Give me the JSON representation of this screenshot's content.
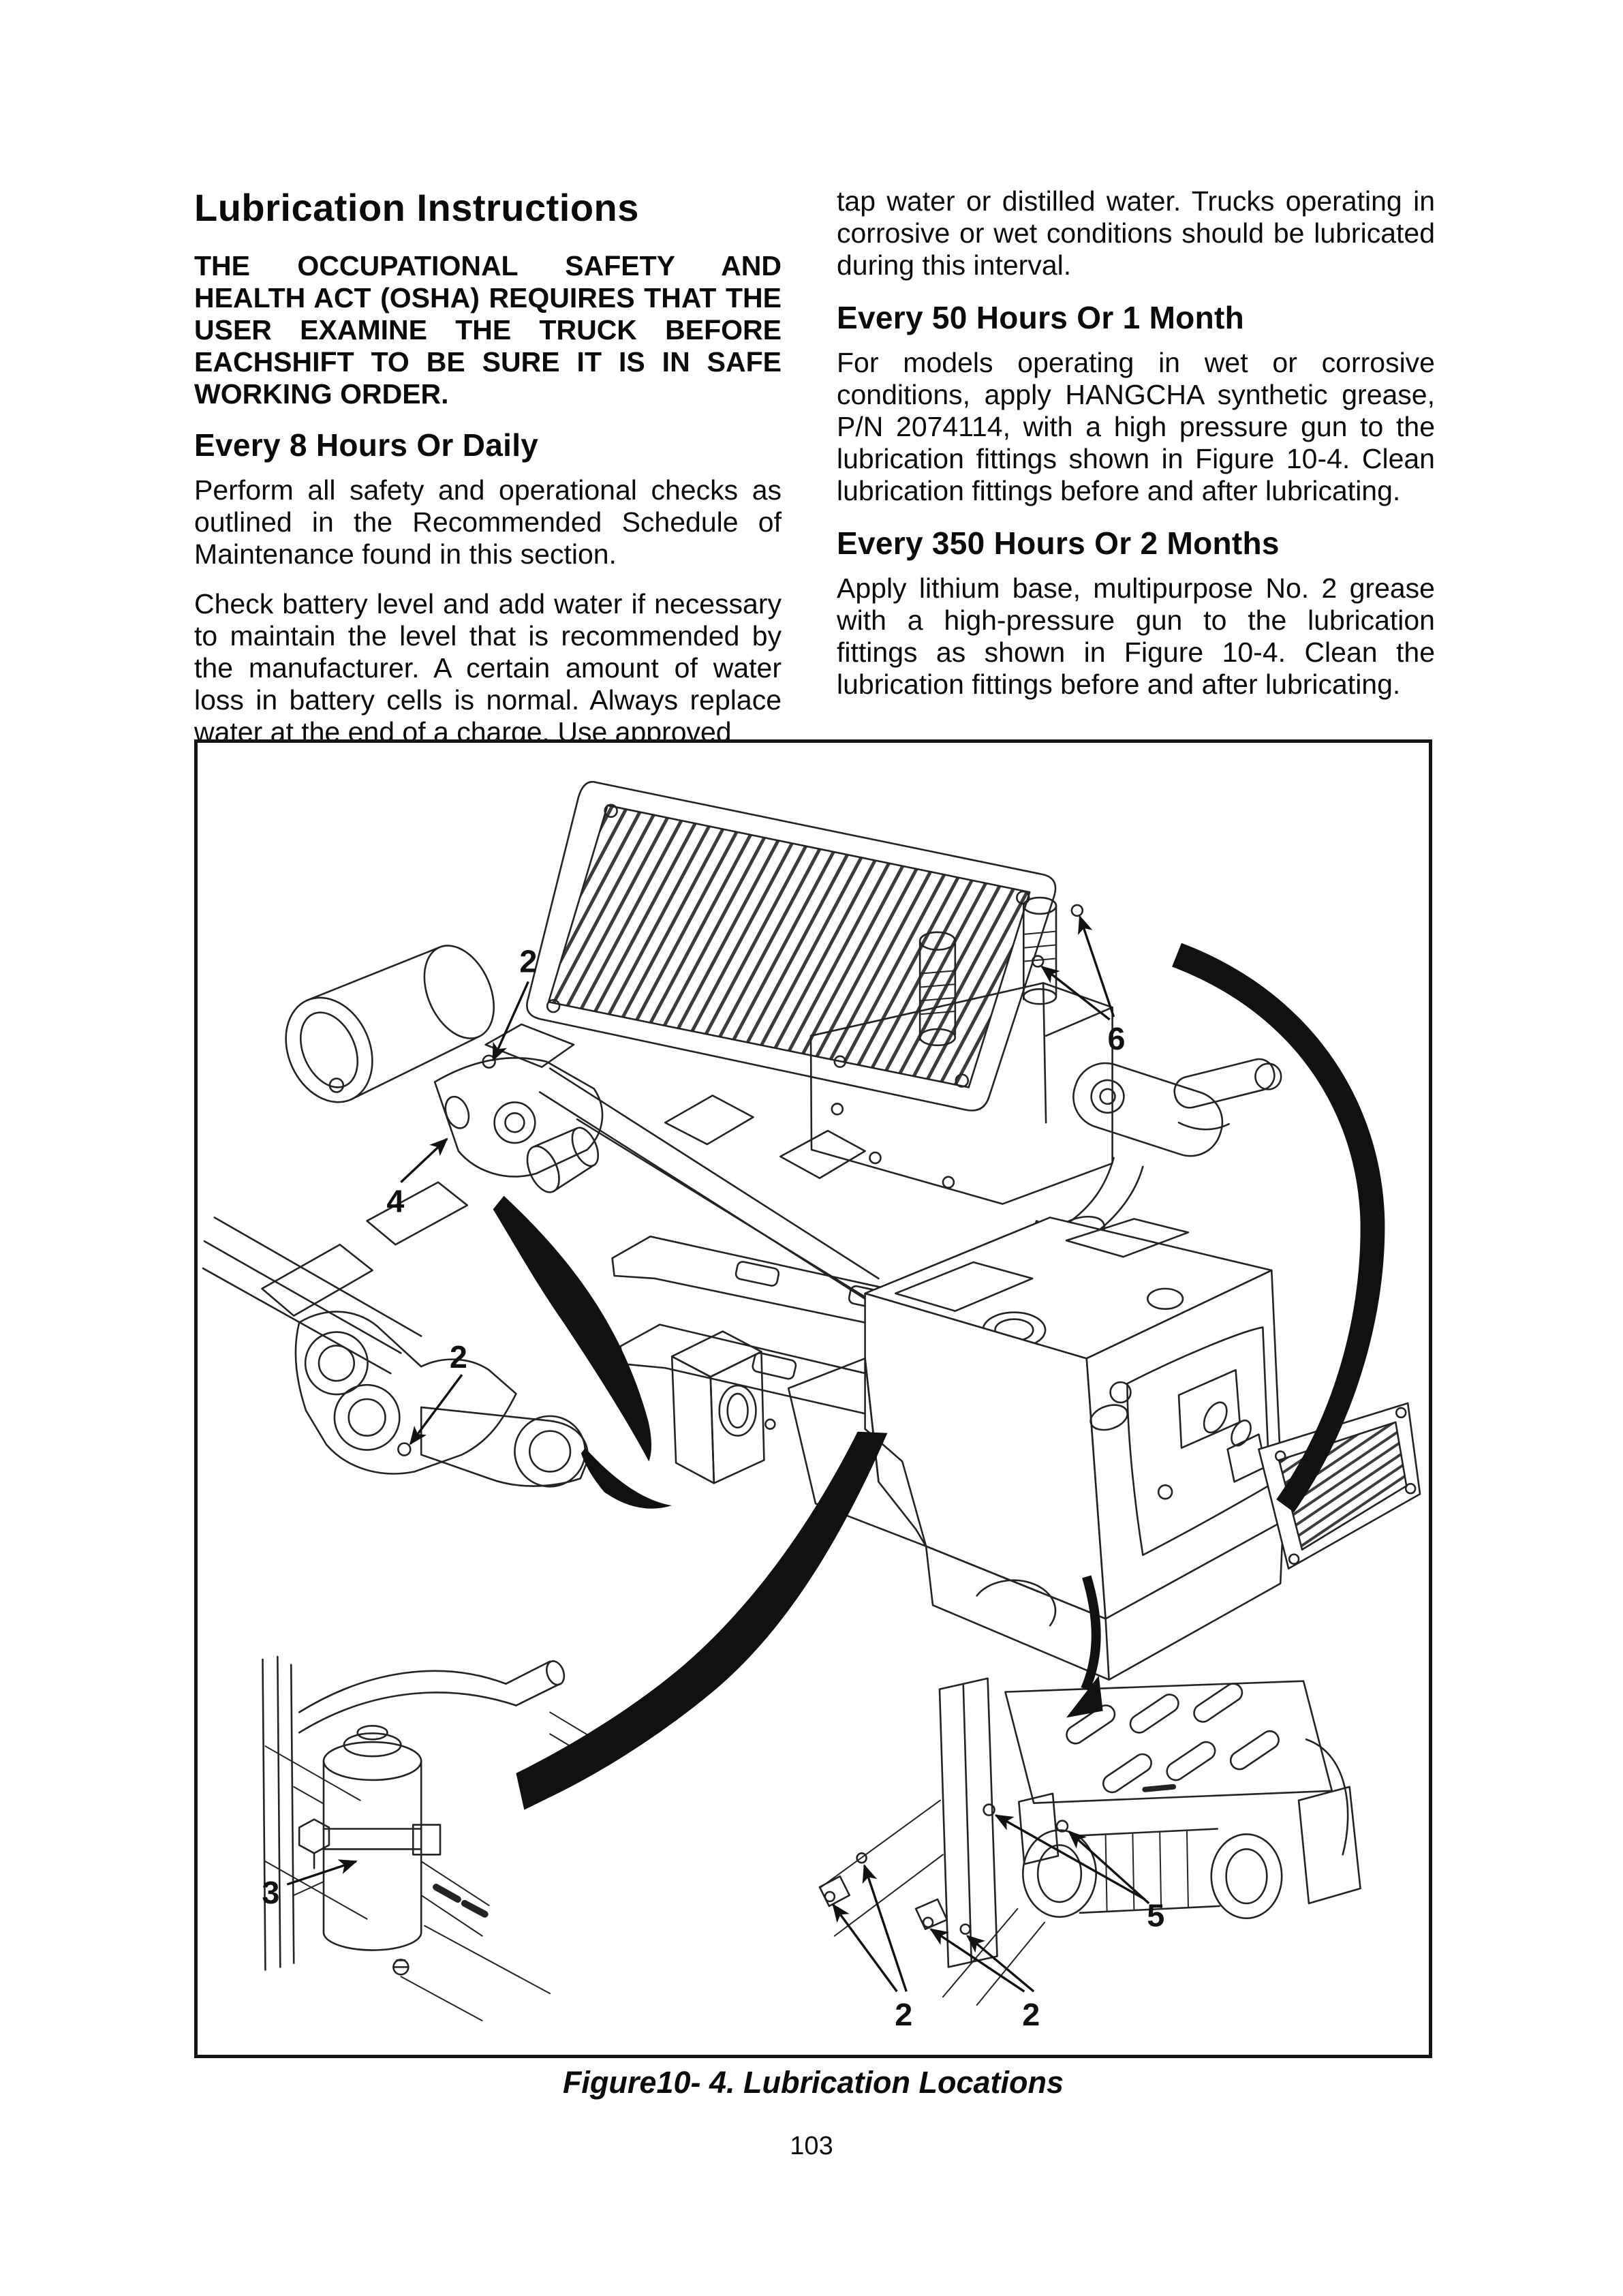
{
  "page": {
    "number": "103"
  },
  "article": {
    "title": "Lubrication Instructions",
    "left_column": {
      "osha_notice": "THE OCCUPATIONAL SAFETY AND HEALTH ACT (OSHA) REQUIRES THAT THE USER EXAMINE THE TRUCK BEFORE EACHSHIFT TO BE SURE IT IS IN SAFE WORKING ORDER.",
      "section_8h": {
        "heading": "Every 8 Hours Or Daily",
        "para1": "Perform all safety and operational checks as outlined in the Recommended Schedule of Maintenance found in this section.",
        "para2": "Check battery level and add water if necessary to maintain the level that is recommended by the manufacturer. A certain amount of water loss in battery cells is normal. Always replace water at the end of a charge. Use approved"
      }
    },
    "right_column": {
      "para_continuation": "tap water or distilled water. Trucks operating in corrosive or wet conditions should be lubricated during this interval.",
      "section_50h": {
        "heading": "Every 50 Hours Or 1 Month",
        "para": "For models operating in wet or corrosive conditions, apply HANGCHA synthetic grease, P/N 2074114, with a high pressure gun to the lubrication fittings shown in Figure 10-4. Clean lubrication fittings before and after lubricating."
      },
      "section_350h": {
        "heading": "Every 350 Hours Or 2 Months",
        "para": "Apply lithium base, multipurpose No. 2 grease with a high-pressure gun to the lubrication fittings as shown in Figure 10-4. Clean the lubrication fittings before and after lubricating."
      }
    }
  },
  "figure": {
    "caption": "Figure10- 4. Lubrication Locations",
    "callouts": {
      "a": "2",
      "b": "4",
      "c": "2",
      "d": "6",
      "e": "3",
      "f": "5",
      "g": "2",
      "h": "2"
    }
  }
}
